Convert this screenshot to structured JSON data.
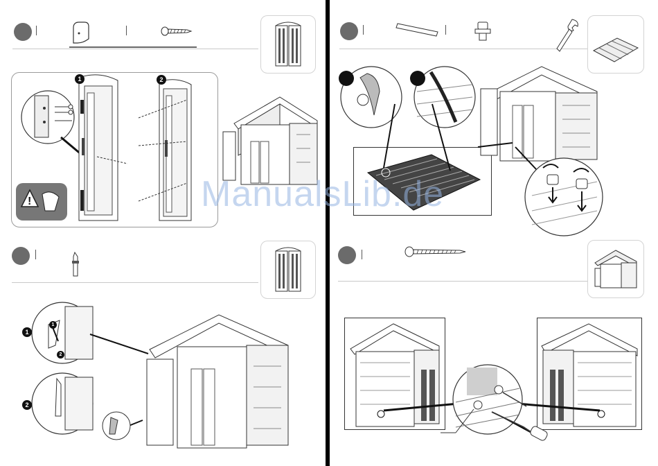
{
  "watermark": "ManualsLib.de",
  "callouts": {
    "door_step_1": "1",
    "door_step_2": "2",
    "latch_step_1": "1",
    "latch_step_2": "2",
    "latch_inner_1": "1",
    "latch_inner_2": "2"
  },
  "icons": {
    "warning": "warning-gloves-icon",
    "wrench": "wrench-icon",
    "screwdriver": "screwdriver-icon"
  },
  "colors": {
    "step_dot": "#6b6b6b",
    "divider": "#000000",
    "warning_bg": "#777777"
  }
}
